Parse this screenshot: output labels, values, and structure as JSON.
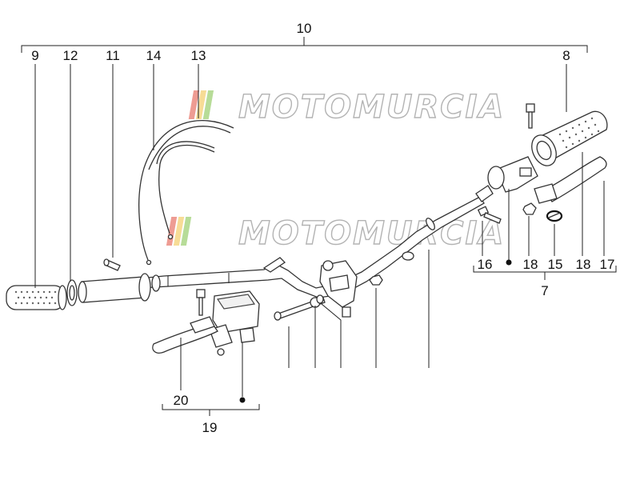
{
  "watermark": {
    "text": "MOTOMURCIA",
    "colors": [
      "#e04a3a",
      "#f0c040",
      "#7bc043"
    ]
  },
  "callouts": {
    "n10": "10",
    "n9": "9",
    "n12": "12",
    "n11": "11",
    "n14": "14",
    "n13": "13",
    "n8": "8",
    "n16": "16",
    "n18a": "18",
    "n15": "15",
    "n18b": "18",
    "n17": "17",
    "n7": "7",
    "n20": "20",
    "n19": "19"
  }
}
